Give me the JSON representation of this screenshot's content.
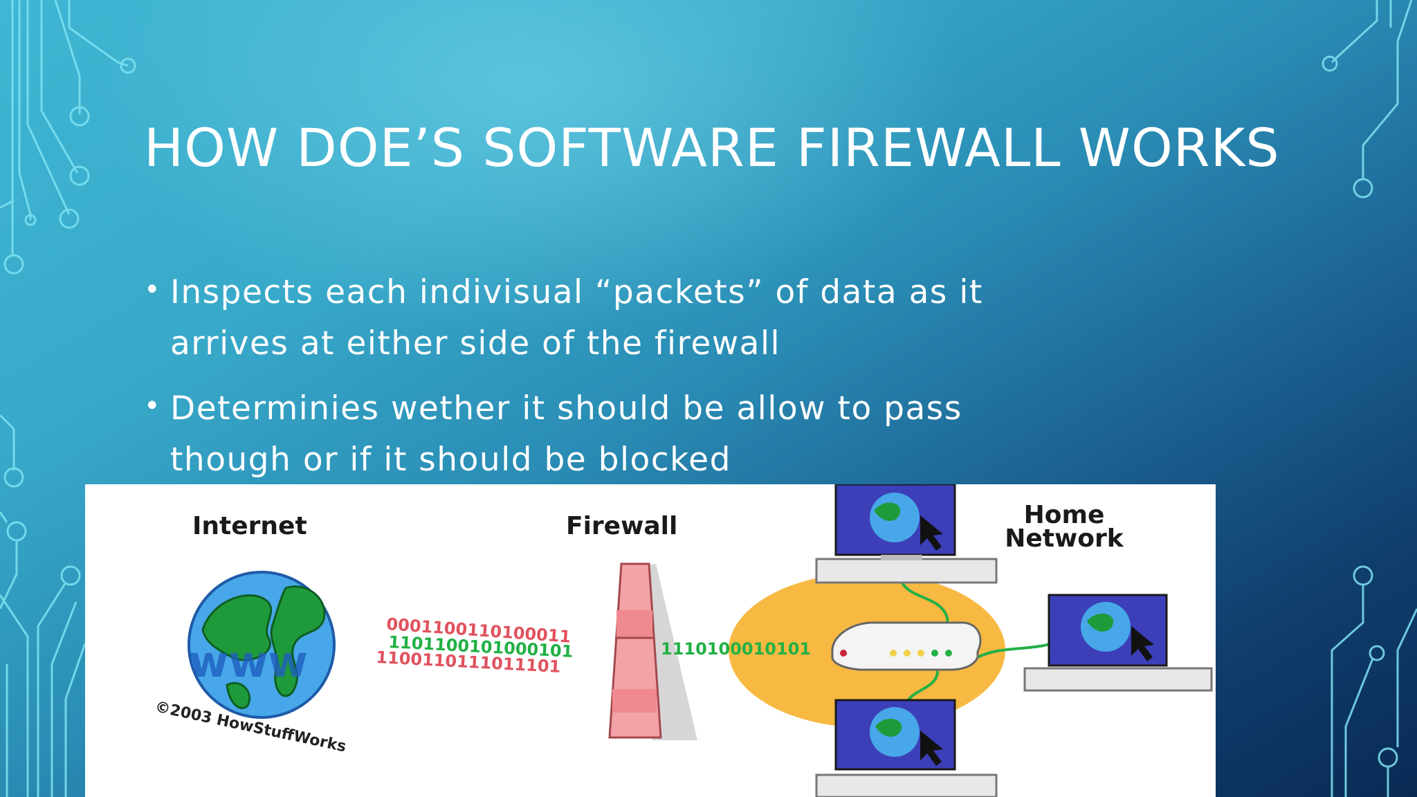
{
  "slide": {
    "title": "HOW DOE’S SOFTWARE FIREWALL WORKS",
    "bullets": [
      {
        "text": "Inspects each indivisual “packets” of data as it arrives at either side of the firewall"
      },
      {
        "text": "Determinies wether it should be allow to pass though or if it should be blocked"
      }
    ],
    "bullet_glyph": "•"
  },
  "diagram": {
    "label_internet": "Internet",
    "label_firewall": "Firewall",
    "label_home_line1": "Home",
    "label_home_line2": "Network",
    "globe_text": "www",
    "copyright": "©2003 HowStuffWorks",
    "bits_in_1": "0001100110100011",
    "bits_in_2": "1101100101000101",
    "bits_in_3": "1100110111011101",
    "bits_out": "1110100010101",
    "colors": {
      "bits_red": "#e0525e",
      "bits_green": "#22b045",
      "home_area": "#f7b942",
      "firewall_pink": "#f3a3a7"
    }
  },
  "icons": [
    "globe-icon",
    "firewall-icon",
    "router-icon",
    "computer-icon",
    "cursor-icon",
    "circuit-decoration"
  ]
}
